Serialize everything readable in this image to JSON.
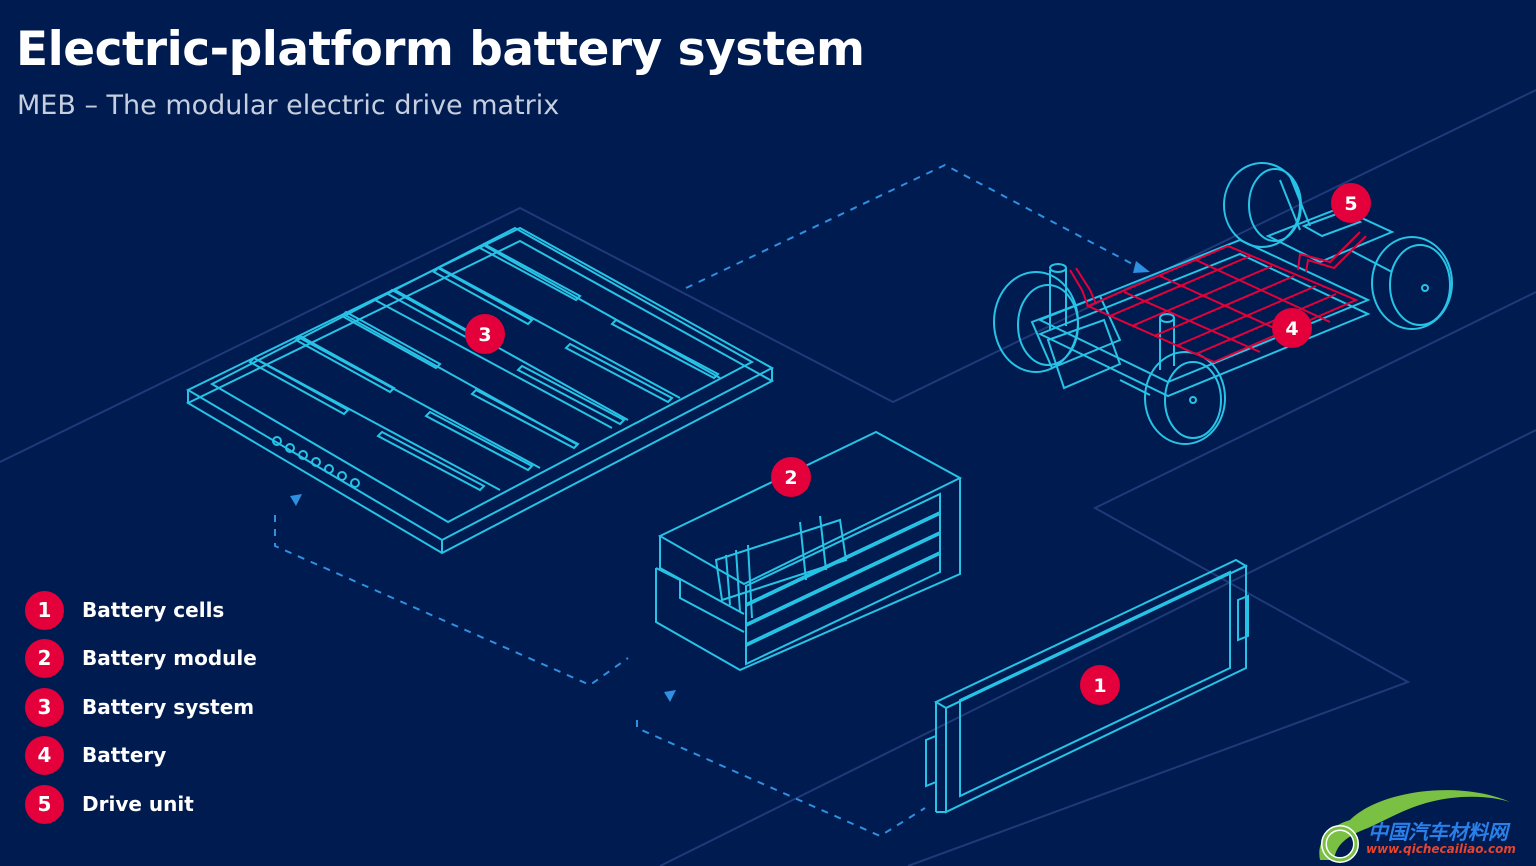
{
  "header": {
    "title": "Electric-platform battery system",
    "subtitle": "MEB – The modular electric drive matrix"
  },
  "callouts": [
    "3",
    "2",
    "1",
    "4",
    "5"
  ],
  "legend": [
    {
      "number": "1",
      "label": "Battery cells"
    },
    {
      "number": "2",
      "label": "Battery module"
    },
    {
      "number": "3",
      "label": "Battery system"
    },
    {
      "number": "4",
      "label": "Battery"
    },
    {
      "number": "5",
      "label": "Drive unit"
    }
  ],
  "watermark": {
    "logo": "car-outline-logo",
    "text": "中国汽车材料网",
    "url": "www.qichecailiao.com"
  },
  "colors": {
    "background": "#001b4f",
    "line": "#27c3e6",
    "accent": "#e4003a",
    "arrow": "#2f8fe0",
    "ground": "#1f3a78"
  }
}
